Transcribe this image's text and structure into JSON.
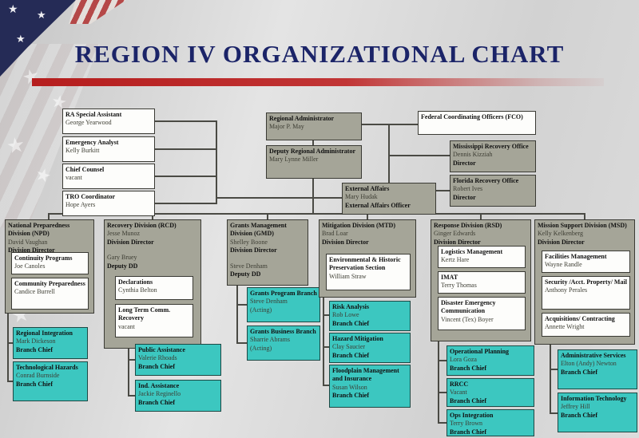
{
  "slide": {
    "title": "REGION IV ORGANIZATIONAL CHART"
  },
  "colors": {
    "teal": "#3cc7c0",
    "gray": "#a5a598",
    "navy": "#1b2468",
    "red": "#b51d1d",
    "line": "#4a4a44"
  },
  "staff": [
    {
      "title": "RA Special Assistant",
      "name": "George Yearwood"
    },
    {
      "title": "Emergency Analyst",
      "name": "Kelly Burkitt"
    },
    {
      "title": "Chief Counsel",
      "name": "vacant"
    },
    {
      "title": "TRO Coordinator",
      "name": "Hope Ayers"
    }
  ],
  "executive": {
    "ra": {
      "title": "Regional Administrator",
      "name": "Major P. May"
    },
    "deputy": {
      "title": "Deputy Regional Administrator",
      "name": "Mary Lynne Miller"
    },
    "external": {
      "title": "External Affairs",
      "name": "Mary Hudak",
      "role": "External Affairs Officer"
    },
    "fco": {
      "title": "Federal Coordinating Officers (FCO)"
    },
    "mississippi": {
      "title": "Mississippi Recovery Office",
      "name": "Dennis Kizziah",
      "role": "Director"
    },
    "florida": {
      "title": "Florida Recovery Office",
      "name": "Robert Ives",
      "role": "Director"
    }
  },
  "divisions": {
    "npd": {
      "header": {
        "title": "National Preparedness Division (NPD)",
        "name": "David Vaughan",
        "role": "Division Director"
      },
      "sections": [
        {
          "title": "Continuity Programs",
          "name": "Joe Canoles"
        },
        {
          "title": "Community Preparedness",
          "name": "Candice Burrell"
        }
      ],
      "branches": [
        {
          "title": "Regional Integration",
          "name": "Mark Dickeson",
          "role": "Branch Chief"
        },
        {
          "title": "Technological Hazards",
          "name": "Conrad Burnside",
          "role": "Branch Chief"
        }
      ]
    },
    "rcd": {
      "header": {
        "title": "Recovery Division (RCD)",
        "name": "Jesse Munoz",
        "role": "Division Director",
        "name2": "Gary Bruey",
        "role2": "Deputy DD"
      },
      "sections": [
        {
          "title": "Declarations",
          "name": "Cynthia Belton"
        },
        {
          "title": "Long Term Comm. Recovery",
          "name": "vacant"
        }
      ],
      "branches": [
        {
          "title": "Public Assistance",
          "name": "Valerie Rhoads",
          "role": "Branch Chief"
        },
        {
          "title": "Ind. Assistance",
          "name": "Jackie Reginello",
          "role": "Branch Chief"
        }
      ]
    },
    "gmd": {
      "header": {
        "title": "Grants Management Division (GMD)",
        "name": "Shelley Boone",
        "role": "Division Director",
        "name2": "Steve Denham",
        "role2": "Deputy DD"
      },
      "branches": [
        {
          "title": "Grants Program Branch",
          "name": "Steve Denham",
          "role": "(Acting)"
        },
        {
          "title": "Grants Business Branch",
          "name": "Sharrie Abrams",
          "role": "(Acting)"
        }
      ]
    },
    "mtd": {
      "header": {
        "title": "Mitigation Division (MTD)",
        "name": "Brad Loar",
        "role": "Division Director"
      },
      "sections": [
        {
          "title": "Environmental & Historic Preservation Section",
          "name": "William Straw"
        }
      ],
      "branches": [
        {
          "title": "Risk Analysis",
          "name": "Rob Lowe",
          "role": "Branch Chief"
        },
        {
          "title": "Hazard Mitigation",
          "name": "Clay Saucier",
          "role": "Branch Chief"
        },
        {
          "title": "Floodplain Management and Insurance",
          "name": "Susan Wilson",
          "role": "Branch Chief"
        }
      ]
    },
    "rsd": {
      "header": {
        "title": "Response Division (RSD)",
        "name": "Ginger Edwards",
        "role": "Division Director"
      },
      "sections": [
        {
          "title": "Logistics Management",
          "name": "Kertz Hare"
        },
        {
          "title": "IMAT",
          "name": "Terry Thomas"
        },
        {
          "title": "Disaster Emergency Communication",
          "name": "Vincent (Tex) Boyer"
        }
      ],
      "branches": [
        {
          "title": "Operational Planning",
          "name": "Lora Goza",
          "role": "Branch Chief"
        },
        {
          "title": "RRCC",
          "name": "Vacant",
          "role": "Branch Chief"
        },
        {
          "title": "Ops Integration",
          "name": "Terry Brown",
          "role": "Branch Chief"
        }
      ]
    },
    "msd": {
      "header": {
        "title": "Mission Support Division (MSD)",
        "name": "Kelly Kelkenberg",
        "role": "Division Director"
      },
      "sections": [
        {
          "title": "Facilities Management",
          "name": "Wayne Randle"
        },
        {
          "title": "Security /Acct. Property/ Mail",
          "name": "Anthony Perales"
        },
        {
          "title": "Acquisitions/ Contracting",
          "name": "Annette Wright"
        }
      ],
      "branches": [
        {
          "title": "Administrative Services",
          "name": "Elton (Andy) Newton",
          "role": "Branch Chief"
        },
        {
          "title": "Information Technology",
          "name": "Jeffrey Hill",
          "role": "Branch Chief"
        }
      ]
    }
  }
}
